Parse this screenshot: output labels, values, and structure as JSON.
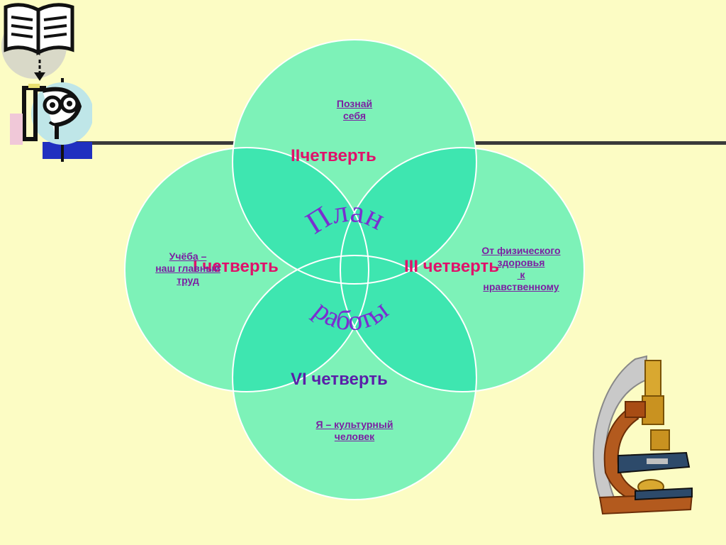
{
  "colors": {
    "background": "#fcfcc4",
    "circle_fill": "#7df2b8",
    "circle_overlap": "#3ee6b0",
    "circle_stroke": "#ffffff",
    "quarter_text": "#e0116a",
    "quarter4_text": "#5a1fa8",
    "link_text": "#7b1fa2",
    "center_text": "#7a2fd0"
  },
  "icons": {
    "top_left": "open-book-icon",
    "top_left_2": "thinking-face-icon",
    "bottom_right": "microscope-icon"
  },
  "center": {
    "word1": "План",
    "word2": "работы"
  },
  "quarters": {
    "q1": "I четверть",
    "q2": "IIчетверть",
    "q3": "III четверть",
    "q4": "VI четверть"
  },
  "links": {
    "top": [
      "Познай",
      "себя"
    ],
    "left": [
      "Учёба –",
      "наш главный",
      "труд"
    ],
    "right": [
      "От физического",
      "здоровья",
      " к",
      "нравственному"
    ],
    "bottom": [
      "Я – культурный",
      "человек"
    ]
  }
}
